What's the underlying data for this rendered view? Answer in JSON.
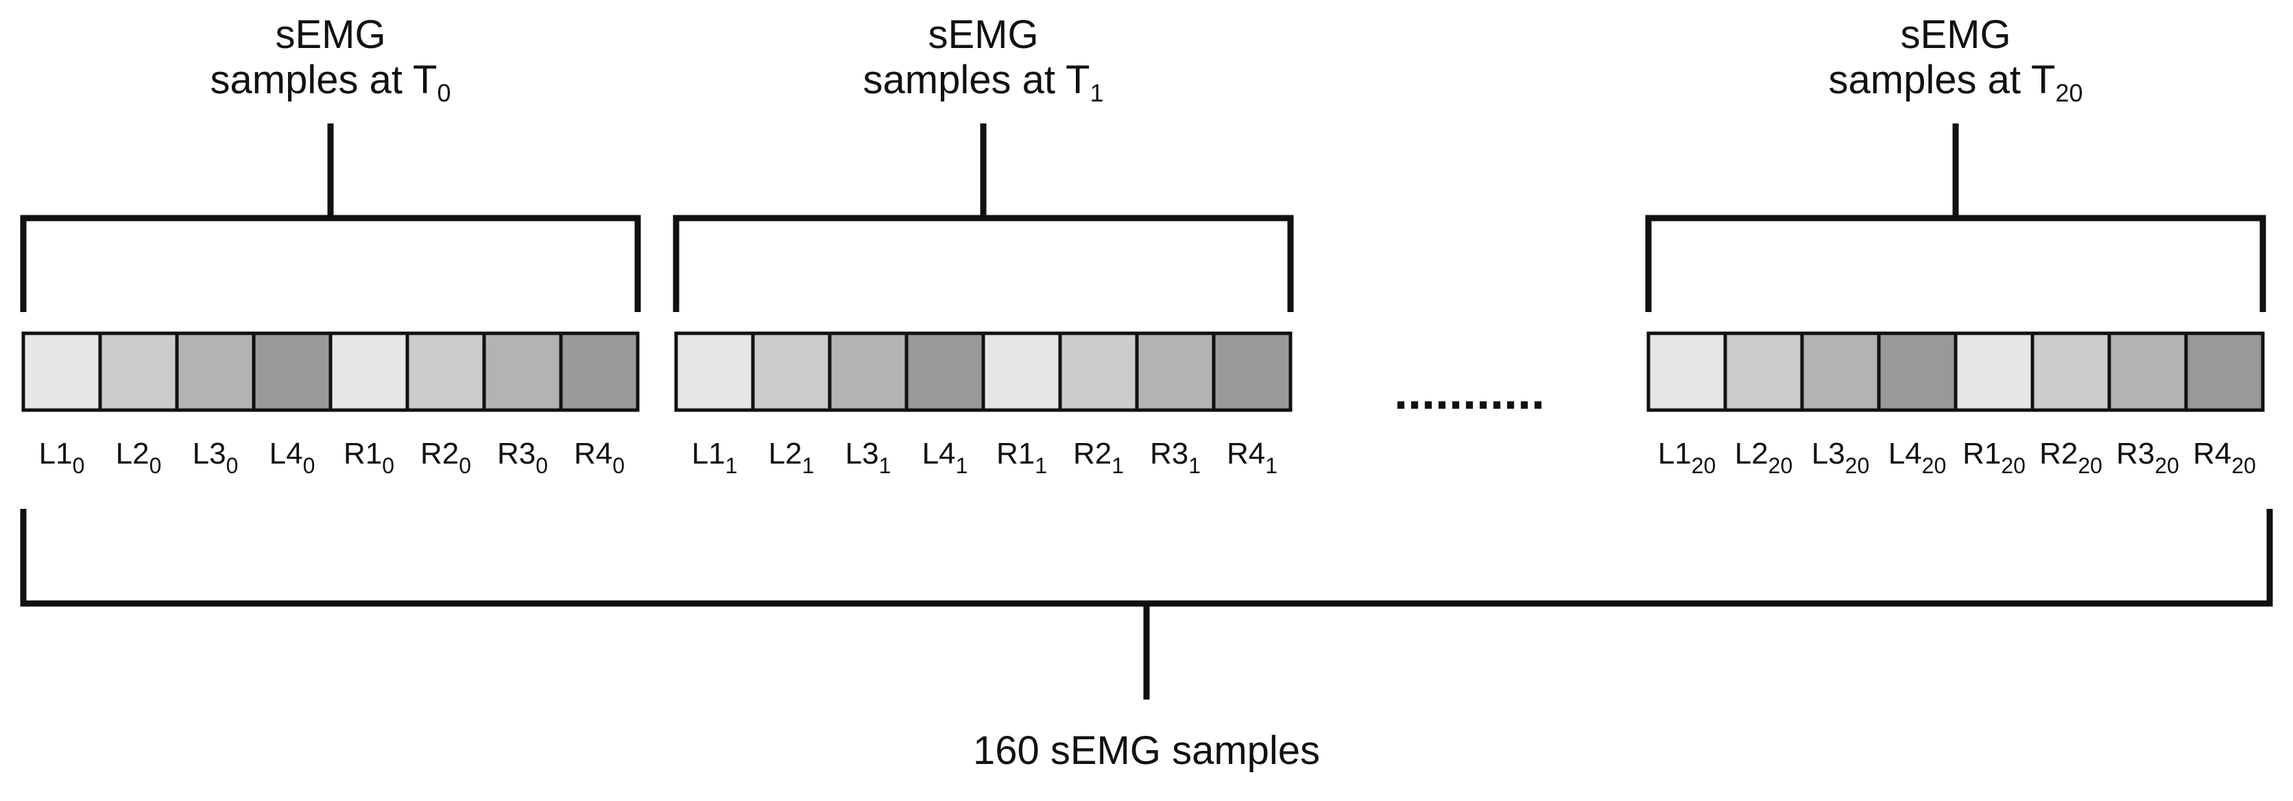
{
  "groups": [
    {
      "title_line1": "sEMG",
      "title_line2": "samples at T",
      "title_sub": "0",
      "cells": [
        {
          "label": "L1",
          "sub": "0",
          "fill": "#e6e6e6"
        },
        {
          "label": "L2",
          "sub": "0",
          "fill": "#cccccc"
        },
        {
          "label": "L3",
          "sub": "0",
          "fill": "#b3b3b3"
        },
        {
          "label": "L4",
          "sub": "0",
          "fill": "#999999"
        },
        {
          "label": "R1",
          "sub": "0",
          "fill": "#e6e6e6"
        },
        {
          "label": "R2",
          "sub": "0",
          "fill": "#cccccc"
        },
        {
          "label": "R3",
          "sub": "0",
          "fill": "#b3b3b3"
        },
        {
          "label": "R4",
          "sub": "0",
          "fill": "#999999"
        }
      ]
    },
    {
      "title_line1": "sEMG",
      "title_line2": "samples at T",
      "title_sub": "1",
      "cells": [
        {
          "label": "L1",
          "sub": "1",
          "fill": "#e6e6e6"
        },
        {
          "label": "L2",
          "sub": "1",
          "fill": "#cccccc"
        },
        {
          "label": "L3",
          "sub": "1",
          "fill": "#b3b3b3"
        },
        {
          "label": "L4",
          "sub": "1",
          "fill": "#999999"
        },
        {
          "label": "R1",
          "sub": "1",
          "fill": "#e6e6e6"
        },
        {
          "label": "R2",
          "sub": "1",
          "fill": "#cccccc"
        },
        {
          "label": "R3",
          "sub": "1",
          "fill": "#b3b3b3"
        },
        {
          "label": "R4",
          "sub": "1",
          "fill": "#999999"
        }
      ]
    },
    {
      "title_line1": "sEMG",
      "title_line2": "samples at T",
      "title_sub": "20",
      "cells": [
        {
          "label": "L1",
          "sub": "20",
          "fill": "#e6e6e6"
        },
        {
          "label": "L2",
          "sub": "20",
          "fill": "#cccccc"
        },
        {
          "label": "L3",
          "sub": "20",
          "fill": "#b3b3b3"
        },
        {
          "label": "L4",
          "sub": "20",
          "fill": "#999999"
        },
        {
          "label": "R1",
          "sub": "20",
          "fill": "#e6e6e6"
        },
        {
          "label": "R2",
          "sub": "20",
          "fill": "#cccccc"
        },
        {
          "label": "R3",
          "sub": "20",
          "fill": "#b3b3b3"
        },
        {
          "label": "R4",
          "sub": "20",
          "fill": "#999999"
        }
      ]
    }
  ],
  "ellipsis": "...........",
  "footer_label": "160 sEMG samples",
  "colors": {
    "stroke": "#111111",
    "background": "#ffffff"
  }
}
